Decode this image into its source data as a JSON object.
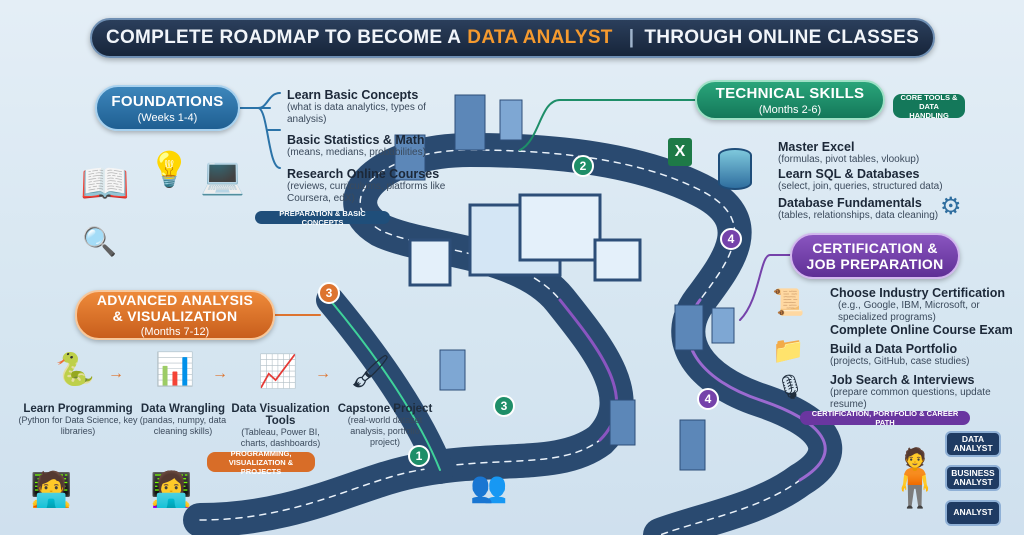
{
  "title": {
    "before": "COMPLETE ROADMAP TO BECOME A",
    "highlight": "DATA ANALYST",
    "separator": "|",
    "after": "THROUGH ONLINE CLASSES"
  },
  "colors": {
    "title_bg": "#1c2b43",
    "highlight": "#f59a2e",
    "foundations": "#2b73a8",
    "technical": "#1e8e68",
    "certification": "#7542aa",
    "advanced": "#dd7430",
    "road": "#2a4a70"
  },
  "foundations": {
    "heading": "FOUNDATIONS",
    "period": "(Weeks 1-4)",
    "badge": "PREPARATION & BASIC CONCEPTS",
    "items": [
      {
        "title": "Learn Basic Concepts",
        "desc": "(what is data analytics, types of analysis)"
      },
      {
        "title": "Basic Statistics & Math",
        "desc": "(means, medians, probabilities)"
      },
      {
        "title": "Research Online Courses",
        "desc": "(reviews, curriculums, platforms like Coursera, edX)"
      }
    ]
  },
  "technical": {
    "heading": "TECHNICAL SKILLS",
    "period": "(Months 2-6)",
    "badge": "CORE TOOLS & DATA HANDLING",
    "items": [
      {
        "title": "Master Excel",
        "desc": "(formulas, pivot tables, vlookup)"
      },
      {
        "title": "Learn SQL & Databases",
        "desc": "(select, join, queries, structured data)"
      },
      {
        "title": "Database Fundamentals",
        "desc": "(tables, relationships, data cleaning)"
      }
    ]
  },
  "certification": {
    "heading": "CERTIFICATION &",
    "heading2": "JOB PREPARATION",
    "badge": "CERTIFICATION, PORTFOLIO & CAREER PATH",
    "items": [
      {
        "title": "Choose Industry Certification",
        "desc": "(e.g., Google, IBM, Microsoft, or specialized programs)"
      },
      {
        "title": "Complete Online Course Exam",
        "desc": ""
      },
      {
        "title": "Build a Data Portfolio",
        "desc": "(projects, GitHub, case studies)"
      },
      {
        "title": "Job Search & Interviews",
        "desc": "(prepare common questions, update resume)"
      }
    ]
  },
  "advanced": {
    "heading": "ADVANCED ANALYSIS",
    "heading2": "& VISUALIZATION",
    "period": "(Months 7-12)",
    "badge": "PROGRAMMING, VISUALIZATION & PROJECTS",
    "items": [
      {
        "title": "Learn Programming",
        "desc": "(Python for Data Science, key libraries)"
      },
      {
        "title": "Data Wrangling",
        "desc": "(pandas, numpy, data cleaning skills)"
      },
      {
        "title": "Data Visualization Tools",
        "desc": "(Tableau, Power BI, charts, dashboards)"
      },
      {
        "title": "Capstone Project",
        "desc": "(real-world dataset analysis, portfolio project)"
      }
    ]
  },
  "road_markers": [
    "1",
    "2",
    "3",
    "4",
    "3",
    "4"
  ],
  "careers": [
    "DATA ANALYST",
    "BUSINESS ANALYST",
    "ANALYST"
  ]
}
